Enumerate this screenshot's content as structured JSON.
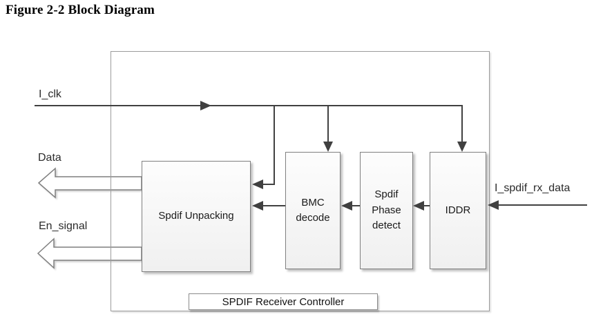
{
  "figure": {
    "title": "Figure 2-2 Block Diagram"
  },
  "diagram": {
    "type": "block-diagram",
    "container_label": "SPDIF Receiver Controller",
    "blocks": [
      {
        "name": "spdif-unpacking",
        "label": "Spdif Unpacking"
      },
      {
        "name": "bmc-decode",
        "label": "BMC\ndecode"
      },
      {
        "name": "spdif-phase-detect",
        "label": "Spdif\nPhase\ndetect"
      },
      {
        "name": "iddr",
        "label": "IDDR"
      }
    ],
    "signals": [
      {
        "name": "i-clk",
        "label": "I_clk",
        "direction": "input"
      },
      {
        "name": "data",
        "label": "Data",
        "direction": "output"
      },
      {
        "name": "en-signal",
        "label": "En_signal",
        "direction": "output"
      },
      {
        "name": "i-spdif-rx-data",
        "label": "I_spdif_rx_data",
        "direction": "input"
      }
    ],
    "colors": {
      "line": "#404040",
      "block_border": "#7f7f7f",
      "outer_border": "#9b9b9b",
      "block_fill_top": "#fdfdfd",
      "block_fill_bottom": "#f0f0f0"
    }
  }
}
